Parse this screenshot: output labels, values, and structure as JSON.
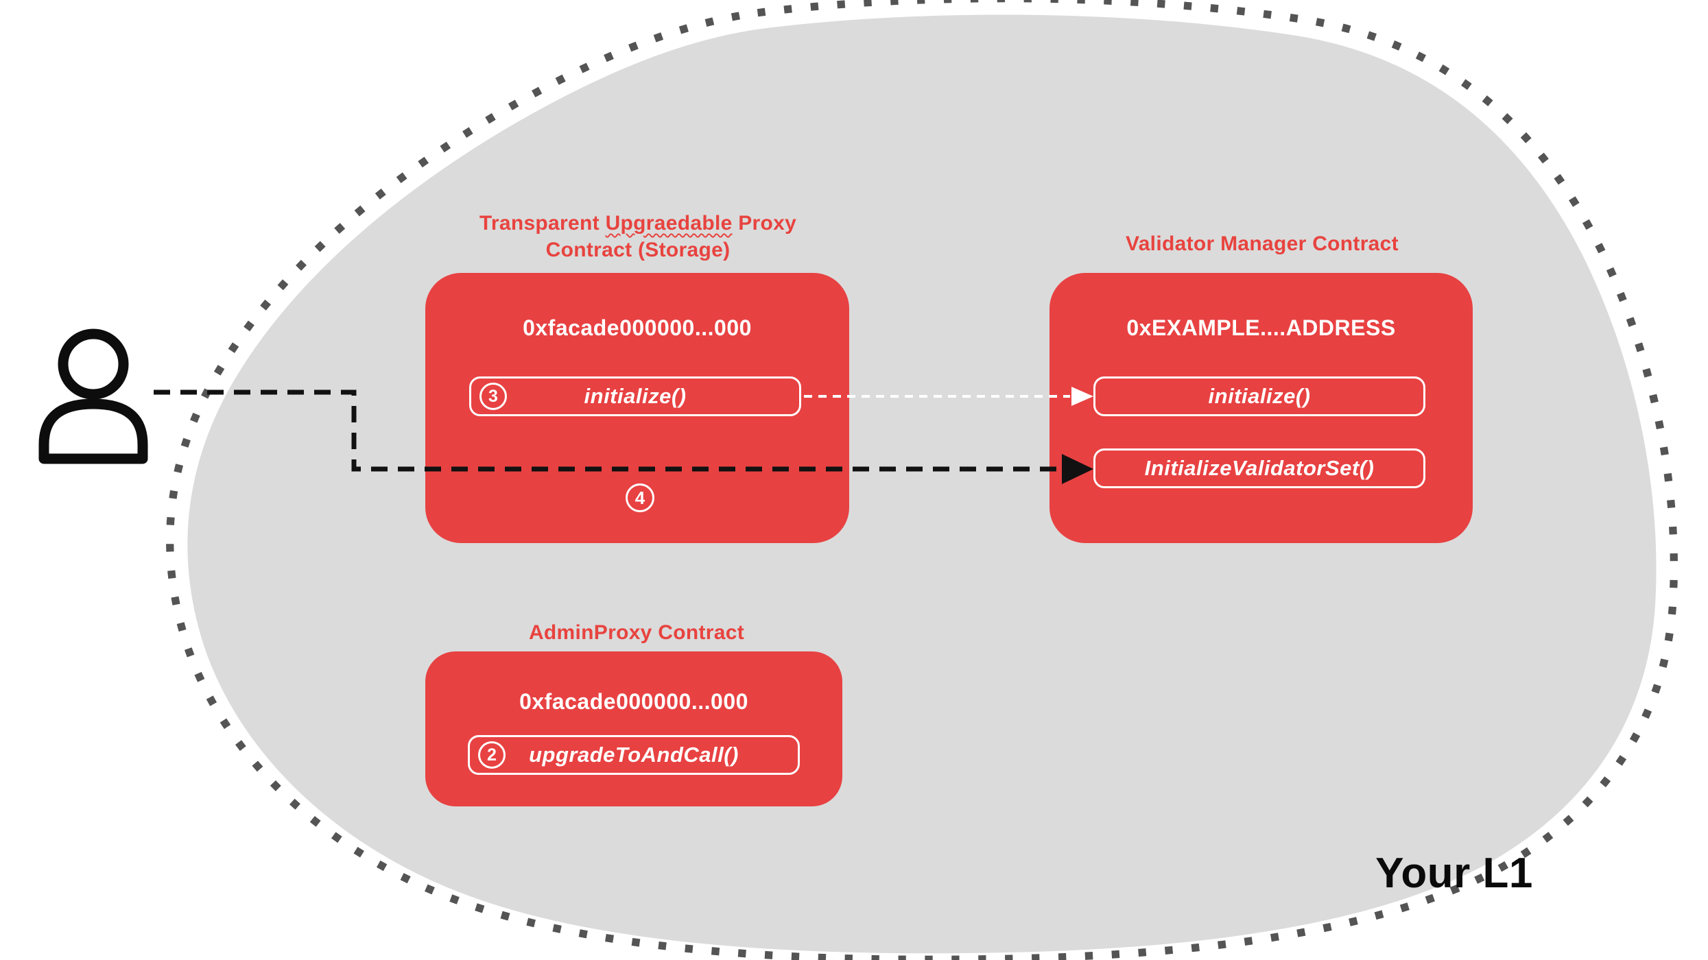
{
  "region": {
    "label": "Your L1"
  },
  "person": {
    "name": "user"
  },
  "boxes": {
    "proxy": {
      "title_prefix": "Transparent",
      "title_word_misspelled": "Upgraedable",
      "title_suffix": "Proxy",
      "title_line2": "Contract (Storage)",
      "address": "0xfacade000000...000",
      "method": {
        "step": "3",
        "label": "initialize()"
      },
      "step_marker": "4"
    },
    "validator": {
      "title": "Validator Manager Contract",
      "address": "0xEXAMPLE....ADDRESS",
      "methods": [
        {
          "label": "initialize()"
        },
        {
          "label": "InitializeValidatorSet()"
        }
      ]
    },
    "admin": {
      "title": "AdminProxy  Contract",
      "address": "0xfacade000000...000",
      "method": {
        "step": "2",
        "label": "upgradeToAndCall()"
      }
    }
  },
  "arrows": [
    {
      "name": "user-to-initializevalidatorset",
      "style": "black-dashed"
    },
    {
      "name": "proxy-initialize-to-validator-initialize",
      "style": "white-dashed"
    }
  ],
  "colors": {
    "box_red": "#E84142",
    "title_red": "#E8433F",
    "blob_gray": "#DBDBDB",
    "dot_gray": "#545454",
    "arrow_black": "#111111",
    "arrow_white": "#FFFFFF"
  }
}
